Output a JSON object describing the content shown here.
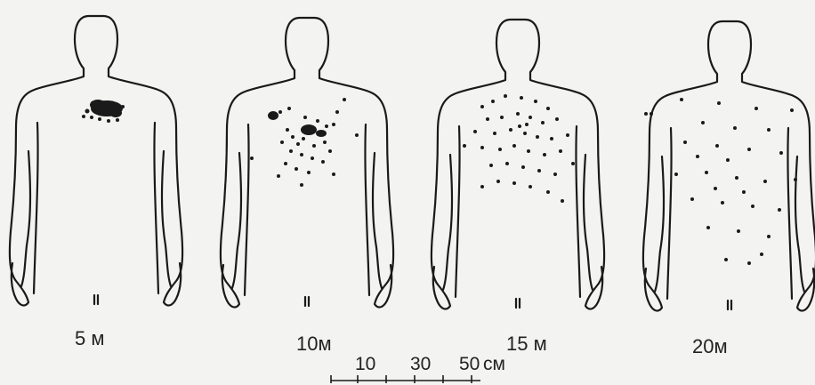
{
  "figures": [
    {
      "distance_label": "5 м",
      "spread": "tight cluster at upper chest"
    },
    {
      "distance_label": "10м",
      "spread": "cluster on chest with scattered pellets"
    },
    {
      "distance_label": "15 м",
      "spread": "pellets spread over chest and shoulders"
    },
    {
      "distance_label": "20м",
      "spread": "pellets dispersed across whole torso"
    }
  ],
  "scale_bar": {
    "ticks": [
      "10",
      "30",
      "50"
    ],
    "unit": "см"
  },
  "colors": {
    "ink": "#1a1a1a",
    "paper": "#f3f3f1"
  }
}
